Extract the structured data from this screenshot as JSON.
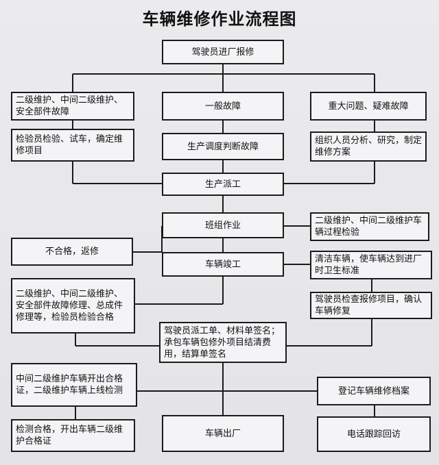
{
  "title": "车辆维修作业流程图",
  "boxes": {
    "driver_report": "驾驶员进厂报修",
    "level2_repair": "二级维护、中间二级维护、安全部件故障",
    "general_fault": "一般故障",
    "major_issue": "重大问题、疑难故障",
    "inspector_check": "检验员检验、试车，确定维修项目",
    "dispatch_judge": "生产调度判断故障",
    "team_analysis": "组织人员分析、研究，制定维修方案",
    "production_dispatch": "生产派工",
    "team_work": "班组作业",
    "process_check": "二级维护、中间二级维护车辆过程检验",
    "unqualified": "不合格，返修",
    "vehicle_complete": "车辆竣工",
    "clean_vehicle": "清洁车辆，使车辆达到进厂时卫生标准",
    "repair_inspection": "二级维护、中间二级维护、安全部件故障修理、总成件修理等，检验员检验合格",
    "driver_confirm": "驾驶员检查报修项目，确认车辆修复",
    "settlement": "驾驶员派工单、材料单签名；承包车辆包修外项目结清费用，结算单签名",
    "certificate_online": "中间二级维护车辆开出合格证，二级维护车辆上线检测",
    "register_archive": "登记车辆维修档案",
    "test_pass": "检测合格，开出车辆二级维护合格证",
    "vehicle_exit": "车辆出厂",
    "phone_followup": "电话跟踪回访"
  }
}
